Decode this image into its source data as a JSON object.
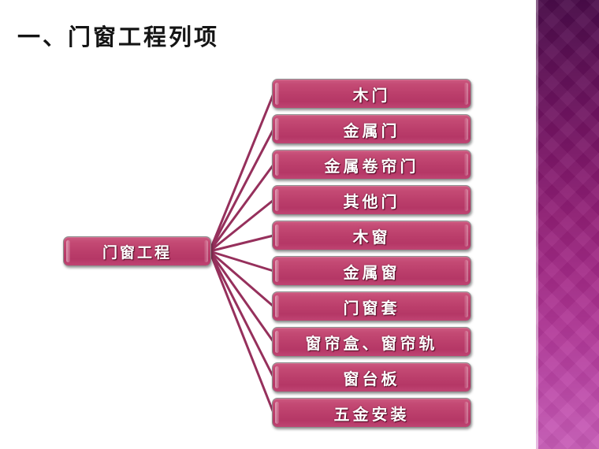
{
  "slide": {
    "title": "一、门窗工程列项",
    "background_color": "#ffffff",
    "accent_color": "#bb3e6b",
    "connector_color": "#96305c",
    "sidebar": {
      "name": "decorative-gradient-band",
      "gradient_top_color": "#4a0c4a",
      "gradient_bottom_color": "#c75cb6"
    }
  },
  "diagram": {
    "type": "radial-hierarchy",
    "root": {
      "label": "门窗工程"
    },
    "leaves": [
      {
        "label": "木门"
      },
      {
        "label": "金属门"
      },
      {
        "label": "金属卷帘门"
      },
      {
        "label": "其他门"
      },
      {
        "label": "木窗"
      },
      {
        "label": "金属窗"
      },
      {
        "label": "门窗套"
      },
      {
        "label": "窗帘盒、窗帘轨"
      },
      {
        "label": "窗台板"
      },
      {
        "label": "五金安装"
      }
    ]
  }
}
